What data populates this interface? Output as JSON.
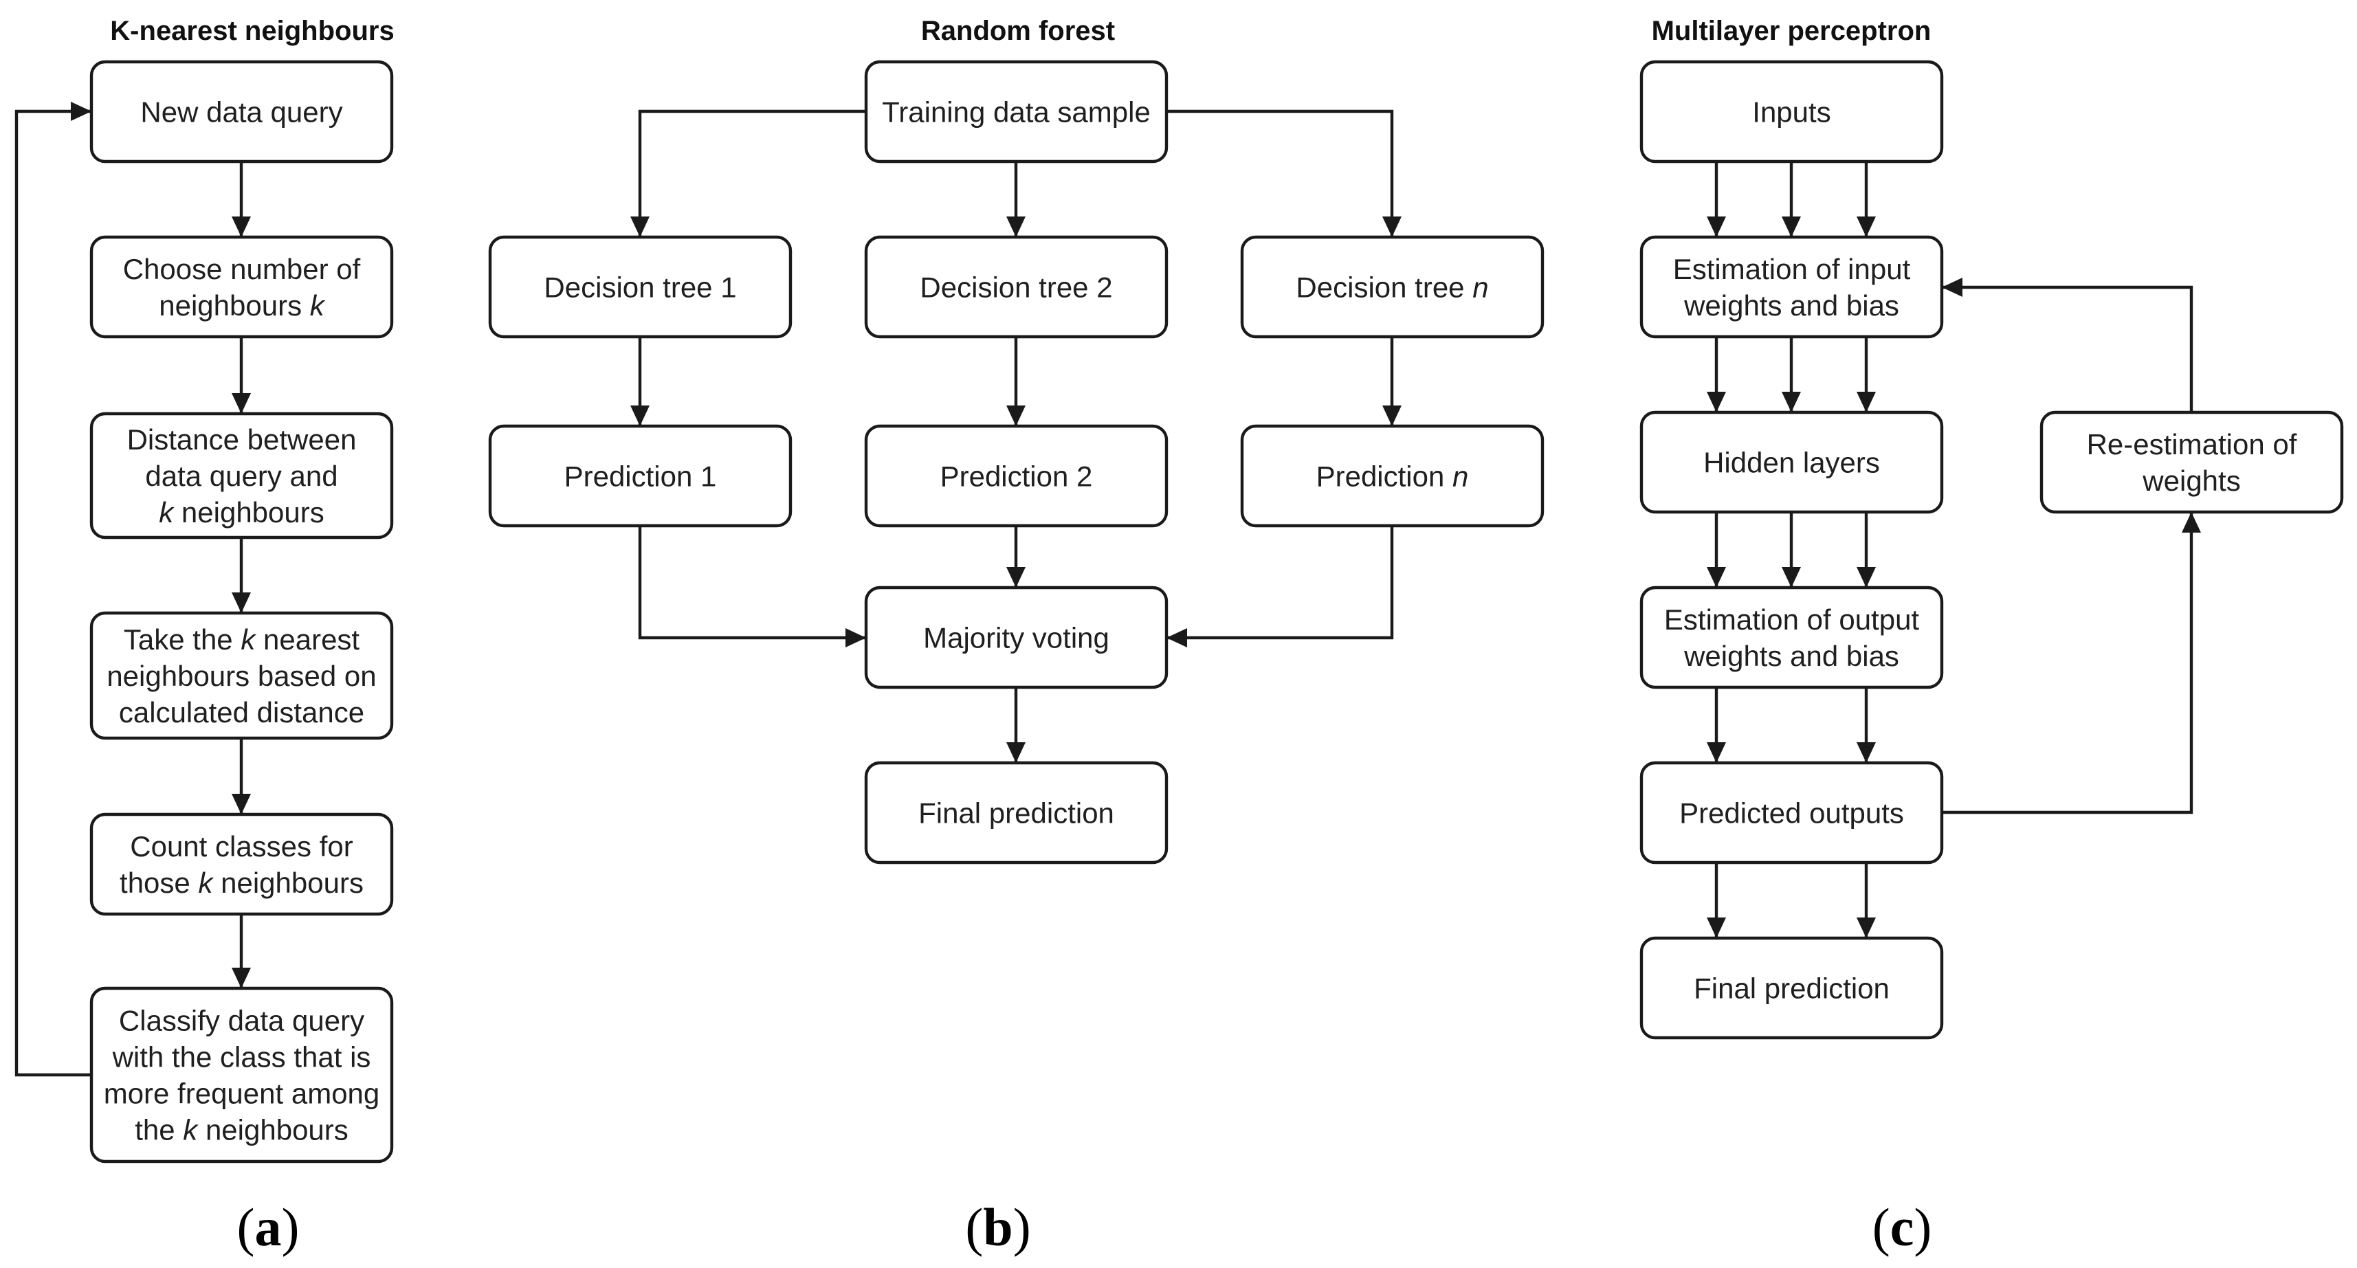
{
  "colors": {
    "stroke": "#1a1a1a",
    "text": "#1f1f1f",
    "background": "#ffffff"
  },
  "panels": {
    "knn": {
      "title": "K-nearest neighbours",
      "label": "a",
      "boxes": {
        "new_query": [
          [
            {
              "t": "New data query"
            }
          ]
        ],
        "choose_k": [
          [
            {
              "t": "Choose number of"
            }
          ],
          [
            {
              "t": "neighbours "
            },
            {
              "t": "k",
              "i": true
            }
          ]
        ],
        "distance": [
          [
            {
              "t": "Distance between"
            }
          ],
          [
            {
              "t": "data query and"
            }
          ],
          [
            {
              "t": "k",
              "i": true
            },
            {
              "t": " neighbours"
            }
          ]
        ],
        "take_k": [
          [
            {
              "t": "Take the "
            },
            {
              "t": "k",
              "i": true
            },
            {
              "t": " nearest"
            }
          ],
          [
            {
              "t": "neighbours based on"
            }
          ],
          [
            {
              "t": "calculated distance"
            }
          ]
        ],
        "count": [
          [
            {
              "t": "Count classes for"
            }
          ],
          [
            {
              "t": "those "
            },
            {
              "t": "k",
              "i": true
            },
            {
              "t": " neighbours"
            }
          ]
        ],
        "classify": [
          [
            {
              "t": "Classify data query"
            }
          ],
          [
            {
              "t": "with the class that is"
            }
          ],
          [
            {
              "t": "more frequent among"
            }
          ],
          [
            {
              "t": "the "
            },
            {
              "t": "k",
              "i": true
            },
            {
              "t": " neighbours"
            }
          ]
        ]
      }
    },
    "rf": {
      "title": "Random forest",
      "label": "b",
      "boxes": {
        "training": [
          [
            {
              "t": "Training data sample"
            }
          ]
        ],
        "tree1": [
          [
            {
              "t": "Decision tree 1"
            }
          ]
        ],
        "tree2": [
          [
            {
              "t": "Decision tree 2"
            }
          ]
        ],
        "treen": [
          [
            {
              "t": "Decision tree "
            },
            {
              "t": "n",
              "i": true
            }
          ]
        ],
        "pred1": [
          [
            {
              "t": "Prediction 1"
            }
          ]
        ],
        "pred2": [
          [
            {
              "t": "Prediction 2"
            }
          ]
        ],
        "predn": [
          [
            {
              "t": "Prediction "
            },
            {
              "t": "n",
              "i": true
            }
          ]
        ],
        "voting": [
          [
            {
              "t": "Majority voting"
            }
          ]
        ],
        "final": [
          [
            {
              "t": "Final prediction"
            }
          ]
        ]
      }
    },
    "mlp": {
      "title": "Multilayer perceptron",
      "label": "c",
      "boxes": {
        "inputs": [
          [
            {
              "t": "Inputs"
            }
          ]
        ],
        "input_w": [
          [
            {
              "t": "Estimation of input"
            }
          ],
          [
            {
              "t": "weights and bias"
            }
          ]
        ],
        "hidden": [
          [
            {
              "t": "Hidden layers"
            }
          ]
        ],
        "output_w": [
          [
            {
              "t": "Estimation of output"
            }
          ],
          [
            {
              "t": "weights and bias"
            }
          ]
        ],
        "predicted": [
          [
            {
              "t": "Predicted outputs"
            }
          ]
        ],
        "final": [
          [
            {
              "t": "Final prediction"
            }
          ]
        ],
        "reest": [
          [
            {
              "t": "Re-estimation of"
            }
          ],
          [
            {
              "t": "weights"
            }
          ]
        ]
      }
    }
  }
}
